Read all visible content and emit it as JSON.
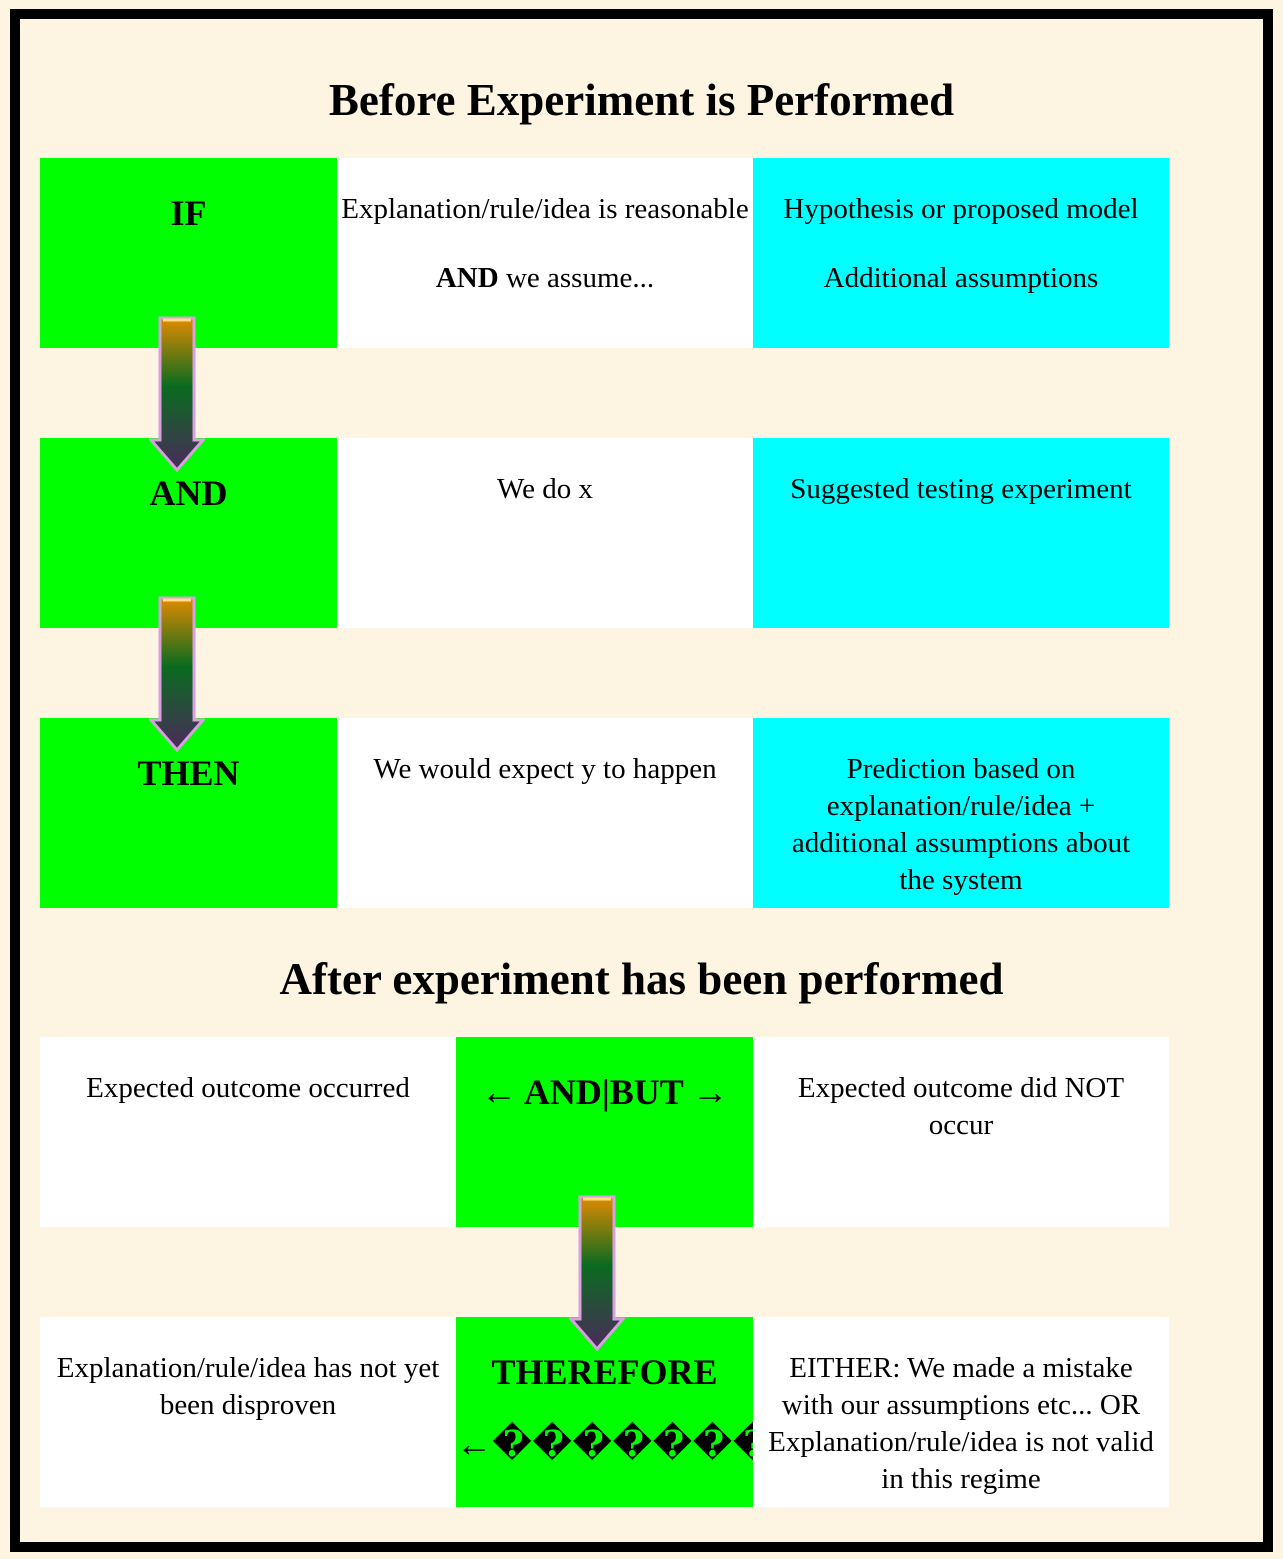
{
  "titles": {
    "before": "Before Experiment is Performed",
    "after": "After experiment has been performed"
  },
  "before_rows": [
    {
      "keyword": "IF",
      "middle_lines": [
        "Explanation/rule/idea is reasonable"
      ],
      "middle_bold": "AND",
      "middle_after": " we assume...",
      "right_lines": [
        "Hypothesis or proposed model",
        "Additional assumptions"
      ]
    },
    {
      "keyword": "AND",
      "middle_lines": [
        "We do x"
      ],
      "right_lines": [
        "Suggested testing experiment"
      ]
    },
    {
      "keyword": "THEN",
      "middle_lines": [
        "We would expect y to happen"
      ],
      "right_lines": [
        "Prediction based on explanation/rule/idea + additional assumptions about the system"
      ]
    }
  ],
  "after_rows": [
    {
      "left": "Expected outcome occurred",
      "center": "← AND|BUT →",
      "right": "Expected outcome did NOT occur"
    },
    {
      "left": "Explanation/rule/idea has not yet been disproven",
      "center": "THEREFORE",
      "center_sub": "←�������→",
      "right": "EITHER: We made a mistake with our assumptions etc... OR Explanation/rule/idea is not valid in this regime"
    }
  ],
  "colors": {
    "page_background": "#fdf5e2",
    "frame_border": "#000000",
    "keyword_box": "#00ff00",
    "description_box": "#00ffff",
    "text_box": "#ffffff",
    "arrow_top": "#e08a00",
    "arrow_mid": "#0a6b20",
    "arrow_bottom": "#4a2a5a",
    "arrow_outline": "#d9a0e0"
  }
}
